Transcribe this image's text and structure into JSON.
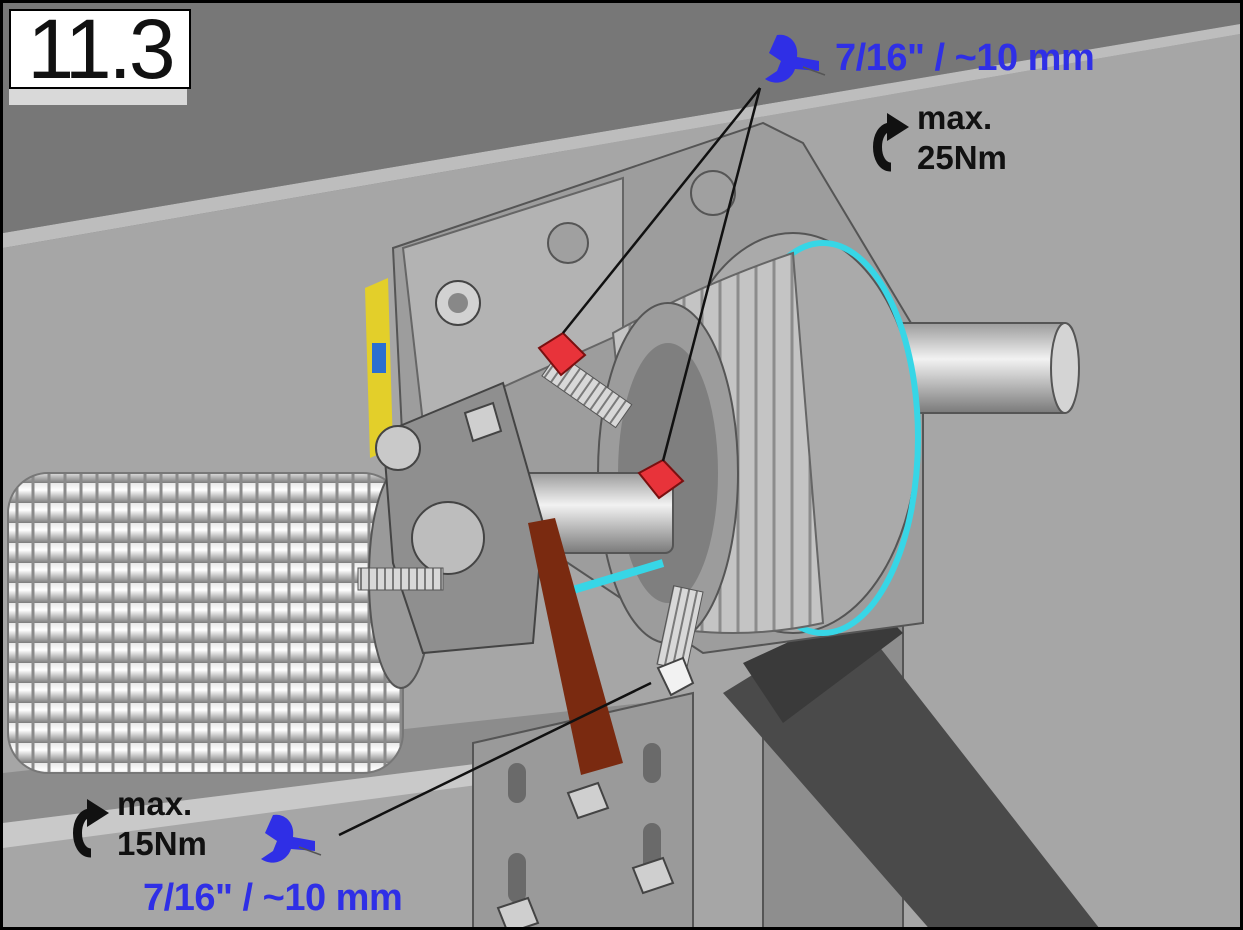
{
  "step": {
    "number": "11.3"
  },
  "annotations": {
    "top": {
      "wrench_size": "7/16\" / ~10 mm",
      "torque_label": "max.",
      "torque_value": "25Nm"
    },
    "bottom": {
      "wrench_size": "7/16\" / ~10 mm",
      "torque_label": "max.",
      "torque_value": "15Nm"
    }
  },
  "icons": {
    "wrench": "wrench-icon",
    "torque": "torque-arrow-icon"
  },
  "colors": {
    "annotation_blue": "#2f2fe6",
    "bolt_red": "#e8333a",
    "cable_cyan": "#37d6e6",
    "strap_brown": "#7a2a10"
  }
}
